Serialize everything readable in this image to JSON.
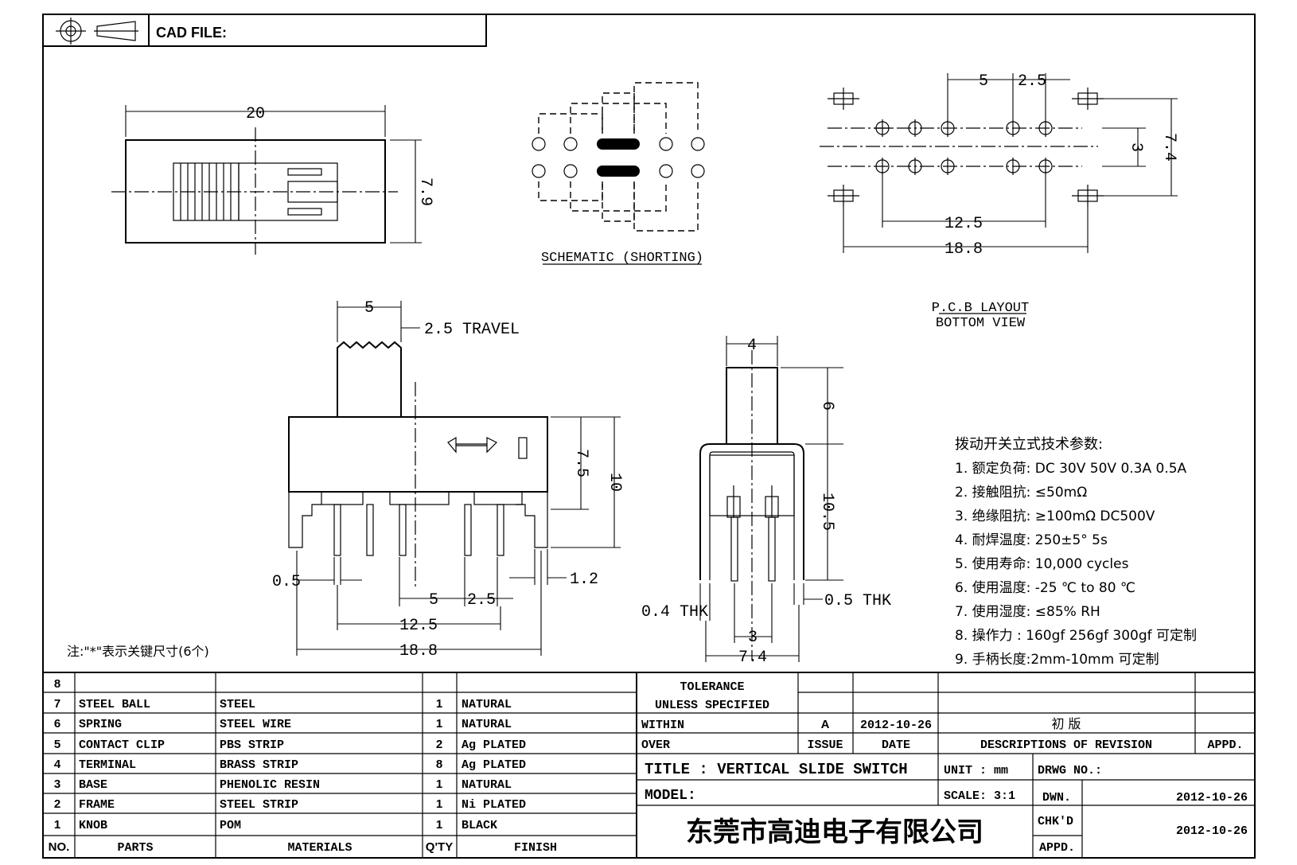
{
  "header": {
    "cad_file_label": "CAD FILE:"
  },
  "top_view": {
    "width": "20",
    "height": "7.9"
  },
  "schematic": {
    "label": "SCHEMATIC (SHORTING)"
  },
  "pcb": {
    "dim_5": "5",
    "dim_2_5": "2.5",
    "dim_3": "3",
    "dim_7_4": "7.4",
    "dim_12_5": "12.5",
    "dim_18_8": "18.8",
    "label_line1": "P.C.B LAYOUT",
    "label_line2": "BOTTOM VIEW"
  },
  "front_view": {
    "dim_5": "5",
    "travel": "2.5 TRAVEL",
    "dim_7_5": "7.5",
    "dim_10": "10",
    "dim_0_5": "0.5",
    "dim_1_2": "1.2",
    "dim_5b": "5",
    "dim_2_5b": "2.5",
    "dim_12_5": "12.5",
    "dim_18_8": "18.8"
  },
  "side_view": {
    "dim_4": "4",
    "dim_6": "6",
    "dim_10_5": "10.5",
    "thk_0_4": "0.4 THK",
    "thk_0_5": "0.5 THK",
    "dim_3": "3",
    "dim_7_4": "7.4"
  },
  "note": "注:\"*\"表示关键尺寸(6个)",
  "specs": {
    "title": "拨动开关立式技术参数:",
    "items": [
      "1.  额定负荷: DC 30V    50V    0.3A    0.5A",
      "2.  接触阻抗: ≤50mΩ",
      "3.  绝缘阻抗: ≥100mΩ   DC500V",
      "4.  耐焊温度: 250±5°  5s",
      "5.  使用寿命: 10,000 cycles",
      "6.  使用温度: -25 ℃  to 80 ℃",
      "7.  使用湿度: ≤85% RH",
      "8.  操作力 : 160gf   256gf   300gf  可定制",
      "9.  手柄长度:2mm-10mm  可定制"
    ]
  },
  "bom": {
    "headers": [
      "NO.",
      "PARTS",
      "MATERIALS",
      "Q'TY",
      "FINISH"
    ],
    "rows": [
      {
        "no": "8",
        "part": "",
        "material": "",
        "qty": "",
        "finish": ""
      },
      {
        "no": "7",
        "part": "STEEL BALL",
        "material": "STEEL",
        "qty": "1",
        "finish": "NATURAL"
      },
      {
        "no": "6",
        "part": "SPRING",
        "material": "STEEL WIRE",
        "qty": "1",
        "finish": "NATURAL"
      },
      {
        "no": "5",
        "part": "CONTACT CLIP",
        "material": "PBS STRIP",
        "qty": "2",
        "finish": "Ag PLATED"
      },
      {
        "no": "4",
        "part": "TERMINAL",
        "material": "BRASS STRIP",
        "qty": "8",
        "finish": "Ag PLATED"
      },
      {
        "no": "3",
        "part": "BASE",
        "material": "PHENOLIC RESIN",
        "qty": "1",
        "finish": "NATURAL"
      },
      {
        "no": "2",
        "part": "FRAME",
        "material": "STEEL STRIP",
        "qty": "1",
        "finish": "Ni PLATED"
      },
      {
        "no": "1",
        "part": "KNOB",
        "material": "POM",
        "qty": "1",
        "finish": "BLACK"
      }
    ]
  },
  "title_block": {
    "tolerance": "TOLERANCE",
    "unless": "UNLESS   SPECIFIED",
    "within": "WITHIN",
    "over": "OVER",
    "rev_letter": "A",
    "rev_date": "2012-10-26",
    "rev_desc": "初  版",
    "issue": "ISSUE",
    "date": "DATE",
    "desc_header": "DESCRIPTIONS  OF  REVISION",
    "appd_header": "APPD.",
    "title": "TITLE :   VERTICAL  SLIDE  SWITCH",
    "unit": "UNIT :   mm",
    "drwg_no": "DRWG NO.:",
    "model": "MODEL:",
    "scale": "SCALE:   3:1",
    "dwn": "DWN.",
    "dwn_date": "2012-10-26",
    "chkd": "CHK'D",
    "chkd_date": "2012-10-26",
    "appd": "APPD.",
    "company": "东莞市高迪电子有限公司"
  }
}
